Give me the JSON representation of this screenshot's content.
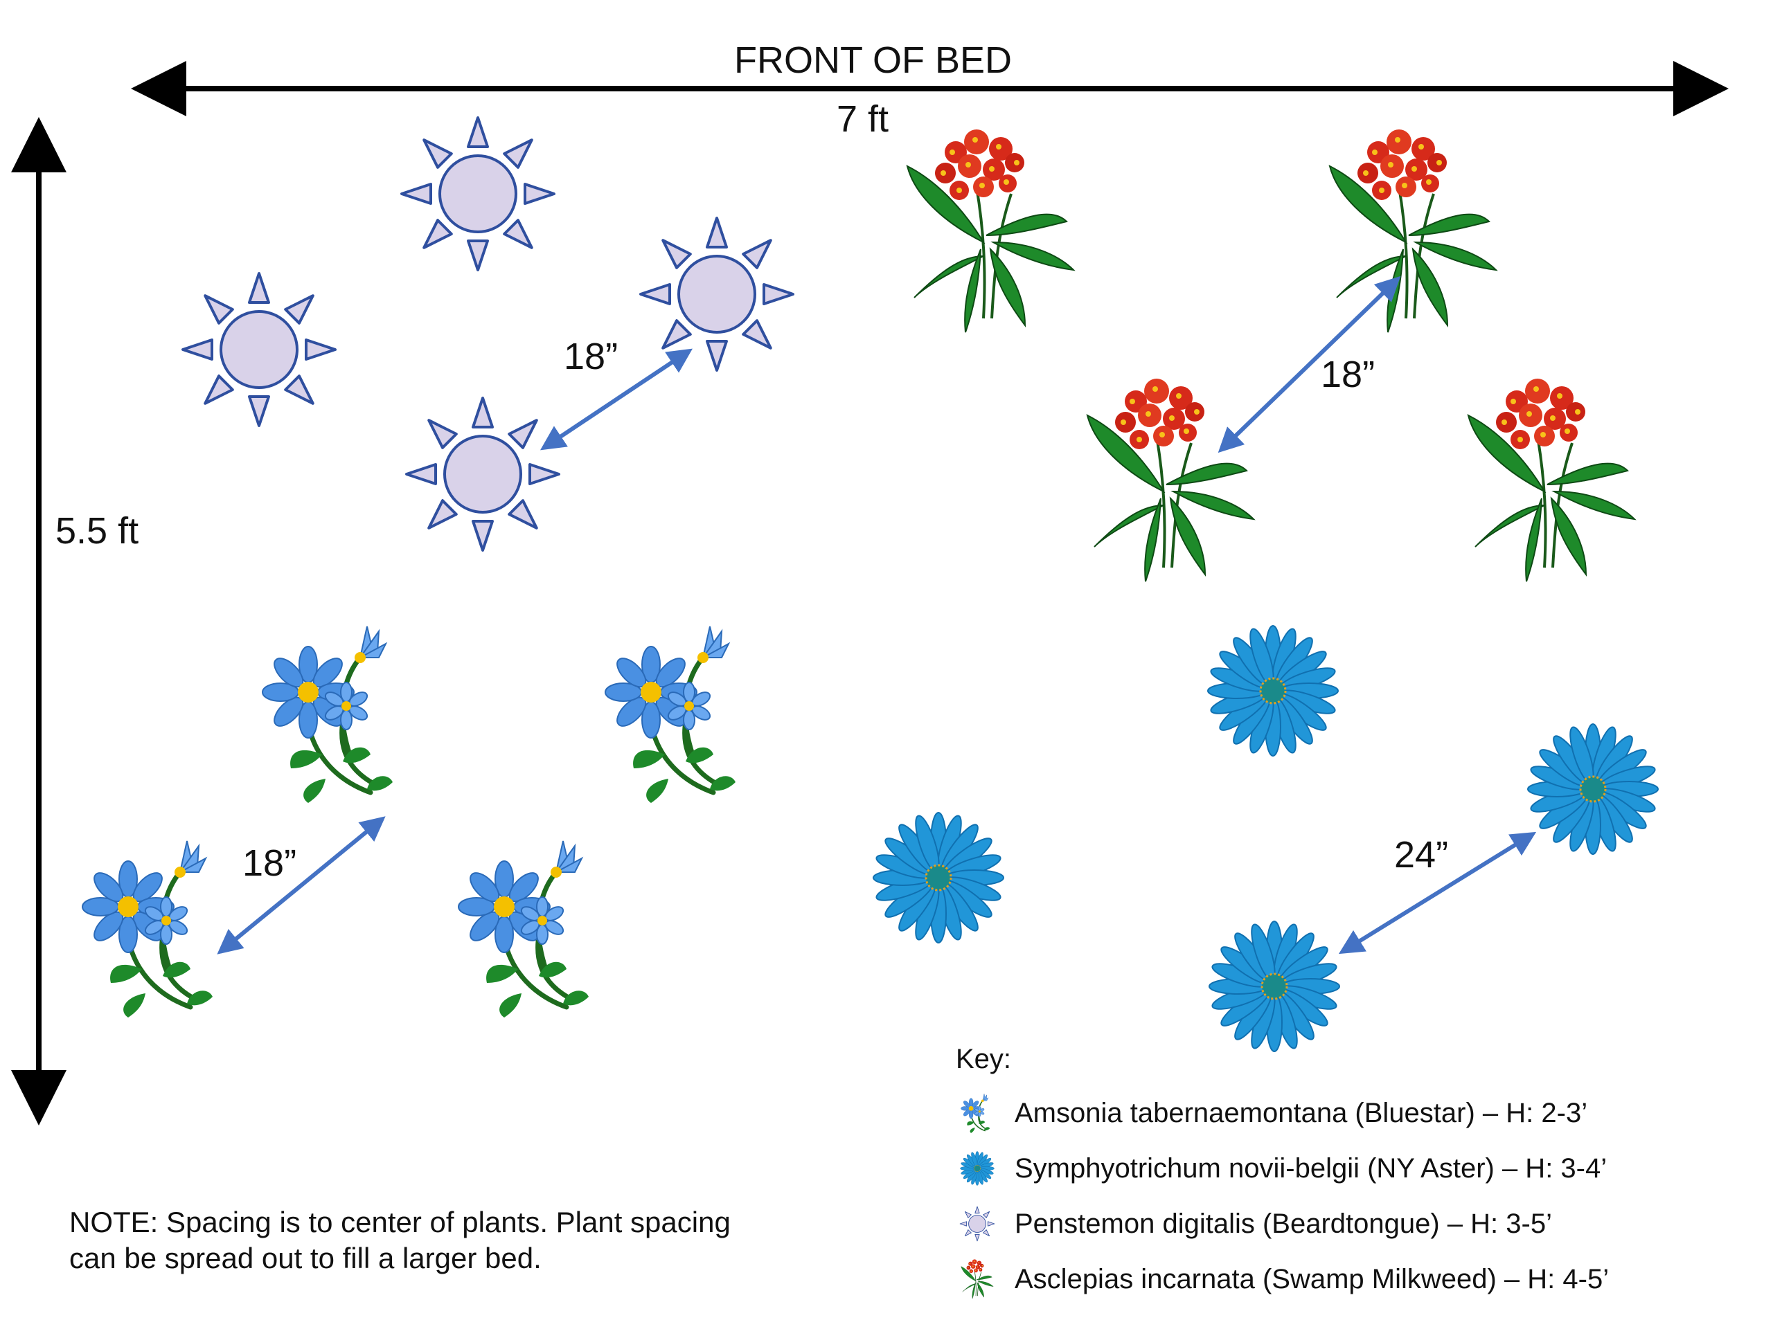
{
  "diagram": {
    "front_label": "FRONT OF BED",
    "width_label": "7 ft",
    "depth_label": "5.5 ft",
    "spacing_labels": [
      "18”",
      "18”",
      "18”",
      "24”"
    ],
    "key": {
      "title": "Key:",
      "items": [
        {
          "icon": "bluestar-icon",
          "label": "Amsonia tabernaemontana (Bluestar) – H: 2-3’"
        },
        {
          "icon": "ny-aster-icon",
          "label": "Symphyotrichum novii-belgii (NY Aster) – H: 3-4’"
        },
        {
          "icon": "beardtongue-icon",
          "label": "Penstemon digitalis (Beardtongue) – H: 3-5’"
        },
        {
          "icon": "swamp-milkweed-icon",
          "label": "Asclepias incarnata (Swamp Milkweed) – H: 4-5’"
        }
      ]
    },
    "note_lines": [
      "NOTE:   Spacing is to center of plants.  Plant spacing",
      "can be spread out to fill a larger bed."
    ],
    "colors": {
      "dimension_arrow": "#000000",
      "spacing_arrow": "#4472c4",
      "beardtongue_fill": "#d9d2e9",
      "beardtongue_stroke": "#2f4f9f",
      "aster_petal": "#2196d8",
      "aster_center": "#1a8a8a",
      "milkweed_flower": "#d62a1a",
      "milkweed_leaf": "#1e8a2a",
      "bluestar_petal": "#4a90e2",
      "bluestar_center": "#f4c000"
    }
  }
}
